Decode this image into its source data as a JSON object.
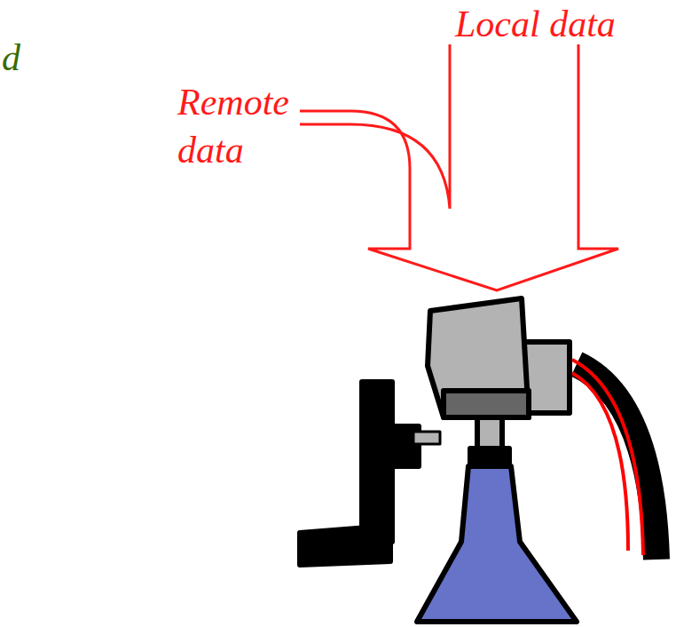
{
  "diagram": {
    "labels": [
      "d",
      "Local data",
      "Remote data"
    ]
  }
}
